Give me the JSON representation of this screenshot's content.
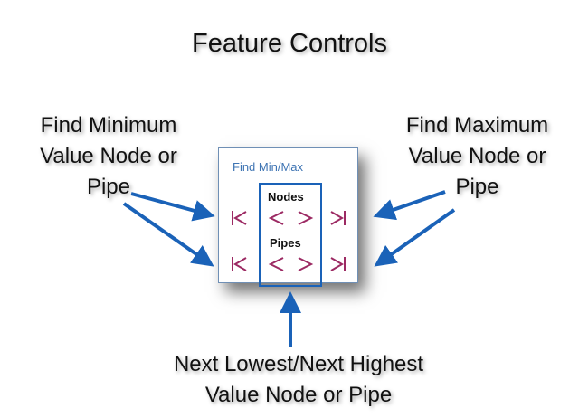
{
  "title": "Feature Controls",
  "callouts": {
    "left": [
      "Find Minimum",
      "Value Node or",
      "Pipe"
    ],
    "right": [
      "Find Maximum",
      "Value Node or",
      "Pipe"
    ],
    "bottom": [
      "Next Lowest/Next Highest",
      "Value Node or Pipe"
    ]
  },
  "panel": {
    "title": "Find Min/Max",
    "nodes_label": "Nodes",
    "pipes_label": "Pipes"
  },
  "colors": {
    "button_glyph": "#9c2a63",
    "panel_title": "#3e74b3",
    "arrow": "#1a62b8"
  },
  "icons": {
    "first": "skip-first-icon",
    "prev": "previous-icon",
    "next": "next-icon",
    "last": "skip-last-icon"
  }
}
